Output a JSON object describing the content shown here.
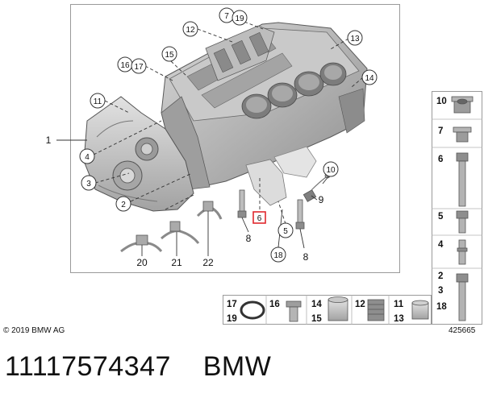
{
  "diagram": {
    "callouts_main": {
      "c1": "1",
      "c2": "2",
      "c3": "3",
      "c4": "4",
      "c5": "5",
      "c6": "6",
      "c7": "7",
      "c8a": "8",
      "c8b": "8",
      "c9": "9",
      "c10": "10",
      "c11": "11",
      "c12": "12",
      "c13": "13",
      "c14": "14",
      "c15": "15",
      "c16": "16",
      "c17": "17",
      "c18": "18",
      "c19": "19",
      "c20": "20",
      "c21": "21",
      "c22": "22"
    },
    "side_parts": {
      "s10": "10",
      "s7": "7",
      "s6": "6",
      "s5": "5",
      "s4": "4",
      "s2": "2",
      "s3": "3",
      "s18": "18"
    },
    "bottom_parts": {
      "b17": "17",
      "b19": "19",
      "b16": "16",
      "b14": "14",
      "b15": "15",
      "b12": "12",
      "b11": "11",
      "b13": "13"
    },
    "highlight_color": "#e0282e"
  },
  "footer": {
    "copyright": "© 2019 BMW AG",
    "diagram_id": "425665",
    "part_number_line": "11117574347    BMW"
  }
}
